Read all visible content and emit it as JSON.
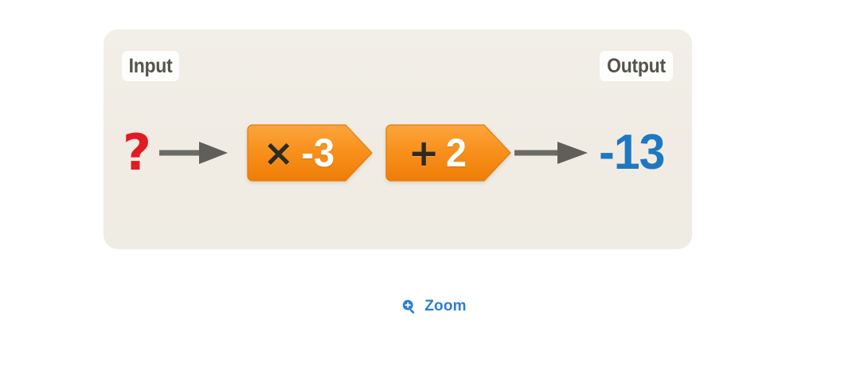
{
  "panel": {
    "input_badge": "Input",
    "output_badge": "Output",
    "background_color": "#f0ece4"
  },
  "flow": {
    "input_value": "?",
    "output_value": "-13",
    "arrow_color": "#6b6a64",
    "input_value_color": "#e01b24",
    "output_value_color": "#1f77c2",
    "operations": [
      {
        "name": "multiply",
        "symbol": "×",
        "number": "-3",
        "block_color": "#f6921e"
      },
      {
        "name": "add",
        "symbol": "+",
        "number": "2",
        "block_color": "#f6921e"
      }
    ]
  },
  "zoom_control": {
    "label": "Zoom",
    "icon": "magnifier-plus-icon",
    "color": "#2d7dd2"
  }
}
